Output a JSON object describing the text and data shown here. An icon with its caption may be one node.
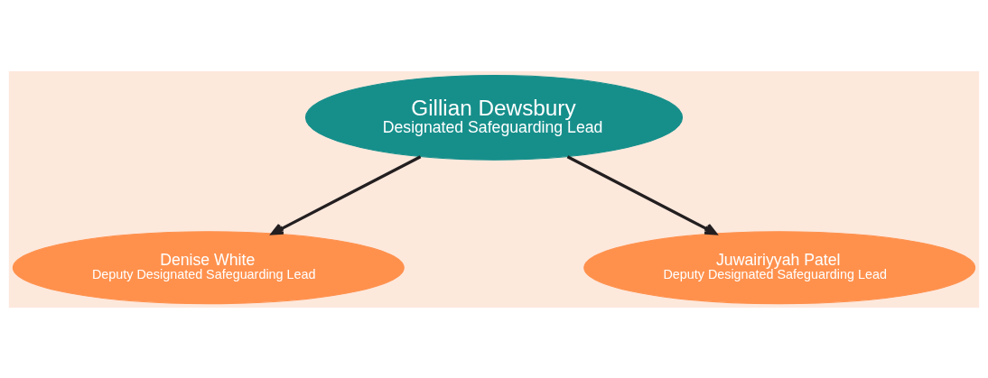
{
  "diagram": {
    "nodes": [
      {
        "text": [
          "Gillian Dewsbury",
          "Designated Safeguarding Lead"
        ]
      },
      {
        "text": [
          "Denise White",
          "Deputy Designated Safeguarding Lead"
        ]
      },
      {
        "text": [
          "Juwairiyyah Patel",
          "Deputy Designated Safeguarding Lead"
        ]
      }
    ],
    "edges": [
      {
        "from": 0,
        "to": 1,
        "arrow": "to"
      },
      {
        "from": 0,
        "to": 2,
        "arrow": "to"
      }
    ]
  }
}
